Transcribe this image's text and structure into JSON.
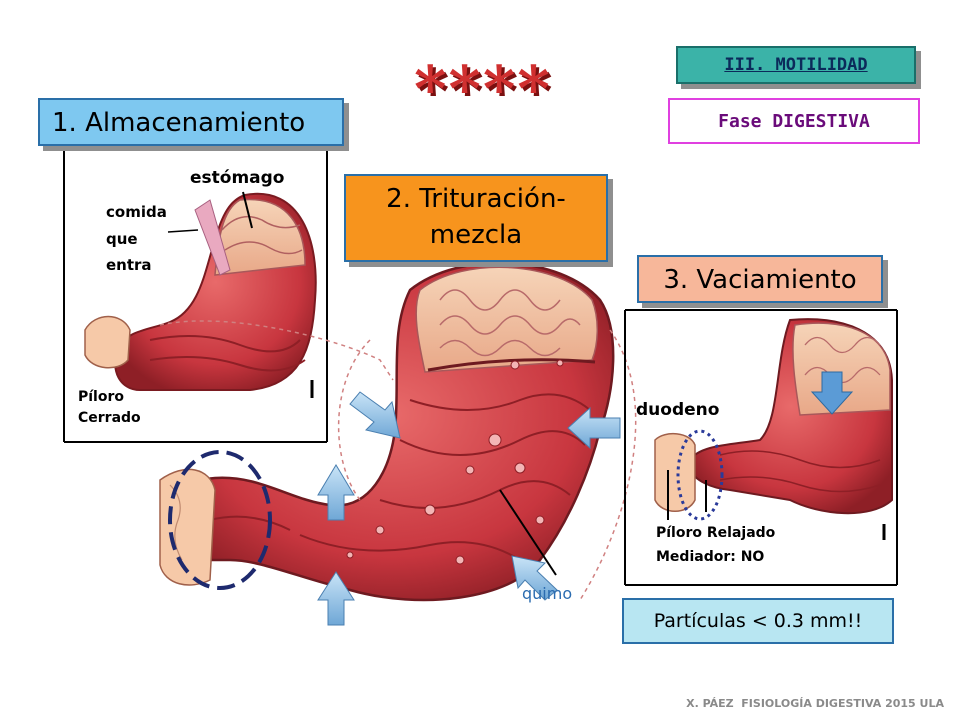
{
  "slide": {
    "stars": "****",
    "header": {
      "motilidad": "III. MOTILIDAD",
      "fase": "Fase DIGESTIVA"
    },
    "stages": {
      "almacenamiento": "1. Almacenamiento",
      "trituracion_line1": "2. Trituración-",
      "trituracion_line2": "mezcla",
      "vaciamiento": "3. Vaciamiento"
    },
    "labels": {
      "estomago": "estómago",
      "comida": "comida",
      "que": "que",
      "entra": "entra",
      "piloro_cerrado_1": "Píloro",
      "piloro_cerrado_2": "Cerrado",
      "quimo": "quimo",
      "duodeno": "duodeno",
      "piloro_relajado": "Píloro Relajado",
      "mediador": "Mediador: NO"
    },
    "particulas": "Partículas < 0.3 mm!!",
    "footer": "X. PÁEZ  FISIOLOGÍA DIGESTIVA 2015 ULA",
    "colors": {
      "blue_box": "#7ec8f0",
      "orange_box": "#f7941d",
      "salmon_box": "#f7b79a",
      "teal_box": "#3bb3a8",
      "magenta_border": "#e040e0",
      "stomach": "#c8363f",
      "stars": "#d03030"
    }
  }
}
